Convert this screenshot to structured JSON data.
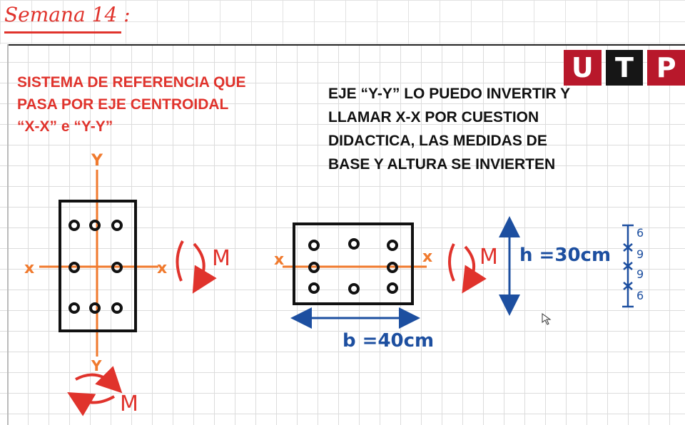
{
  "header": {
    "title": "Semana 14 :"
  },
  "logo": {
    "letters": [
      "U",
      "T",
      "P"
    ],
    "colors": {
      "red": "#b8182b",
      "black": "#161616"
    }
  },
  "notes": {
    "left_lines": [
      "SISTEMA DE REFERENCIA QUE",
      "PASA POR EJE CENTROIDAL",
      "“X-X” e “Y-Y”"
    ],
    "right_lines": [
      "EJE “Y-Y” LO PUEDO INVERTIR Y",
      "LLAMAR X-X POR CUESTION",
      "DIDACTICA, LAS MEDIDAS DE",
      "BASE Y ALTURA SE INVIERTEN"
    ]
  },
  "diagram_left": {
    "axis_y_top": "Y",
    "axis_y_bottom": "Y",
    "axis_x_left": "x",
    "axis_x_right": "x",
    "moment_right": "M",
    "moment_bottom": "M"
  },
  "diagram_right": {
    "axis_x_left": "x",
    "axis_x_right": "x",
    "moment": "M",
    "height_label": "h =30cm",
    "base_label": "b =40cm",
    "spacing": [
      "6",
      "9",
      "9",
      "6"
    ]
  },
  "colors": {
    "orange": "#f07a2e",
    "red": "#e0332c",
    "blue": "#1d4fa0",
    "ink": "#111111"
  }
}
